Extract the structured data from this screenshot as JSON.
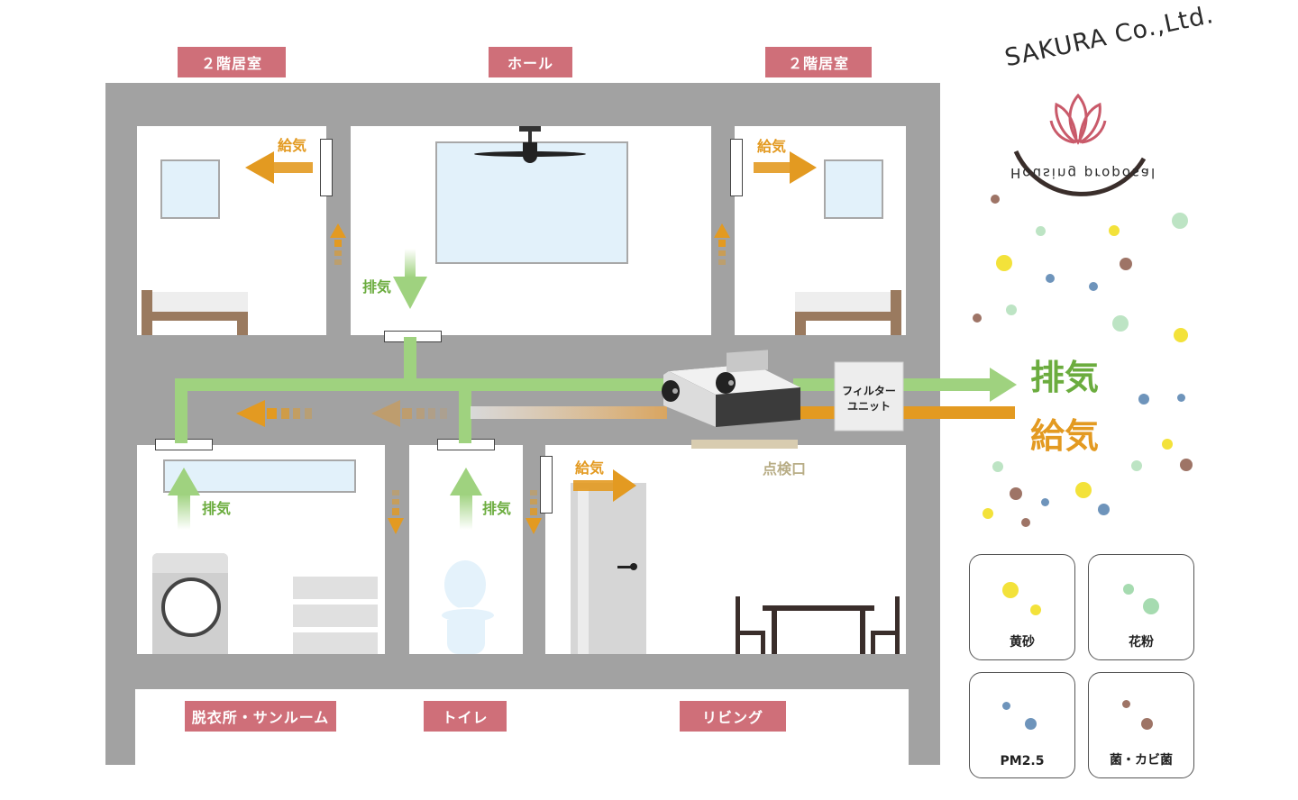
{
  "room_labels": {
    "upper_left": "２階居室",
    "hall": "ホール",
    "upper_right": "２階居室",
    "dressing": "脱衣所・サンルーム",
    "toilet": "トイレ",
    "living": "リビング"
  },
  "flow_labels": {
    "supply": "給気",
    "exhaust": "排気",
    "inspection": "点検口",
    "filter": [
      "フィルター",
      "ユニット"
    ]
  },
  "legend": {
    "exhaust": "排気",
    "supply": "給気"
  },
  "logo": {
    "company": "SAKURA Co.,Ltd.",
    "tagline": "Housing proposal"
  },
  "pollutants": [
    "黄砂",
    "花粉",
    "PM2.5",
    "菌・カビ菌"
  ],
  "colors": {
    "exhaust": "#9fd27f",
    "supply": "#e39a21",
    "tag": "#cf6f79",
    "wall": "#a2a2a2",
    "yellow_sand": "#f3e23a",
    "pollen": "#8fcf9a",
    "pm25": "#6e94bb",
    "germ": "#9e7466"
  }
}
